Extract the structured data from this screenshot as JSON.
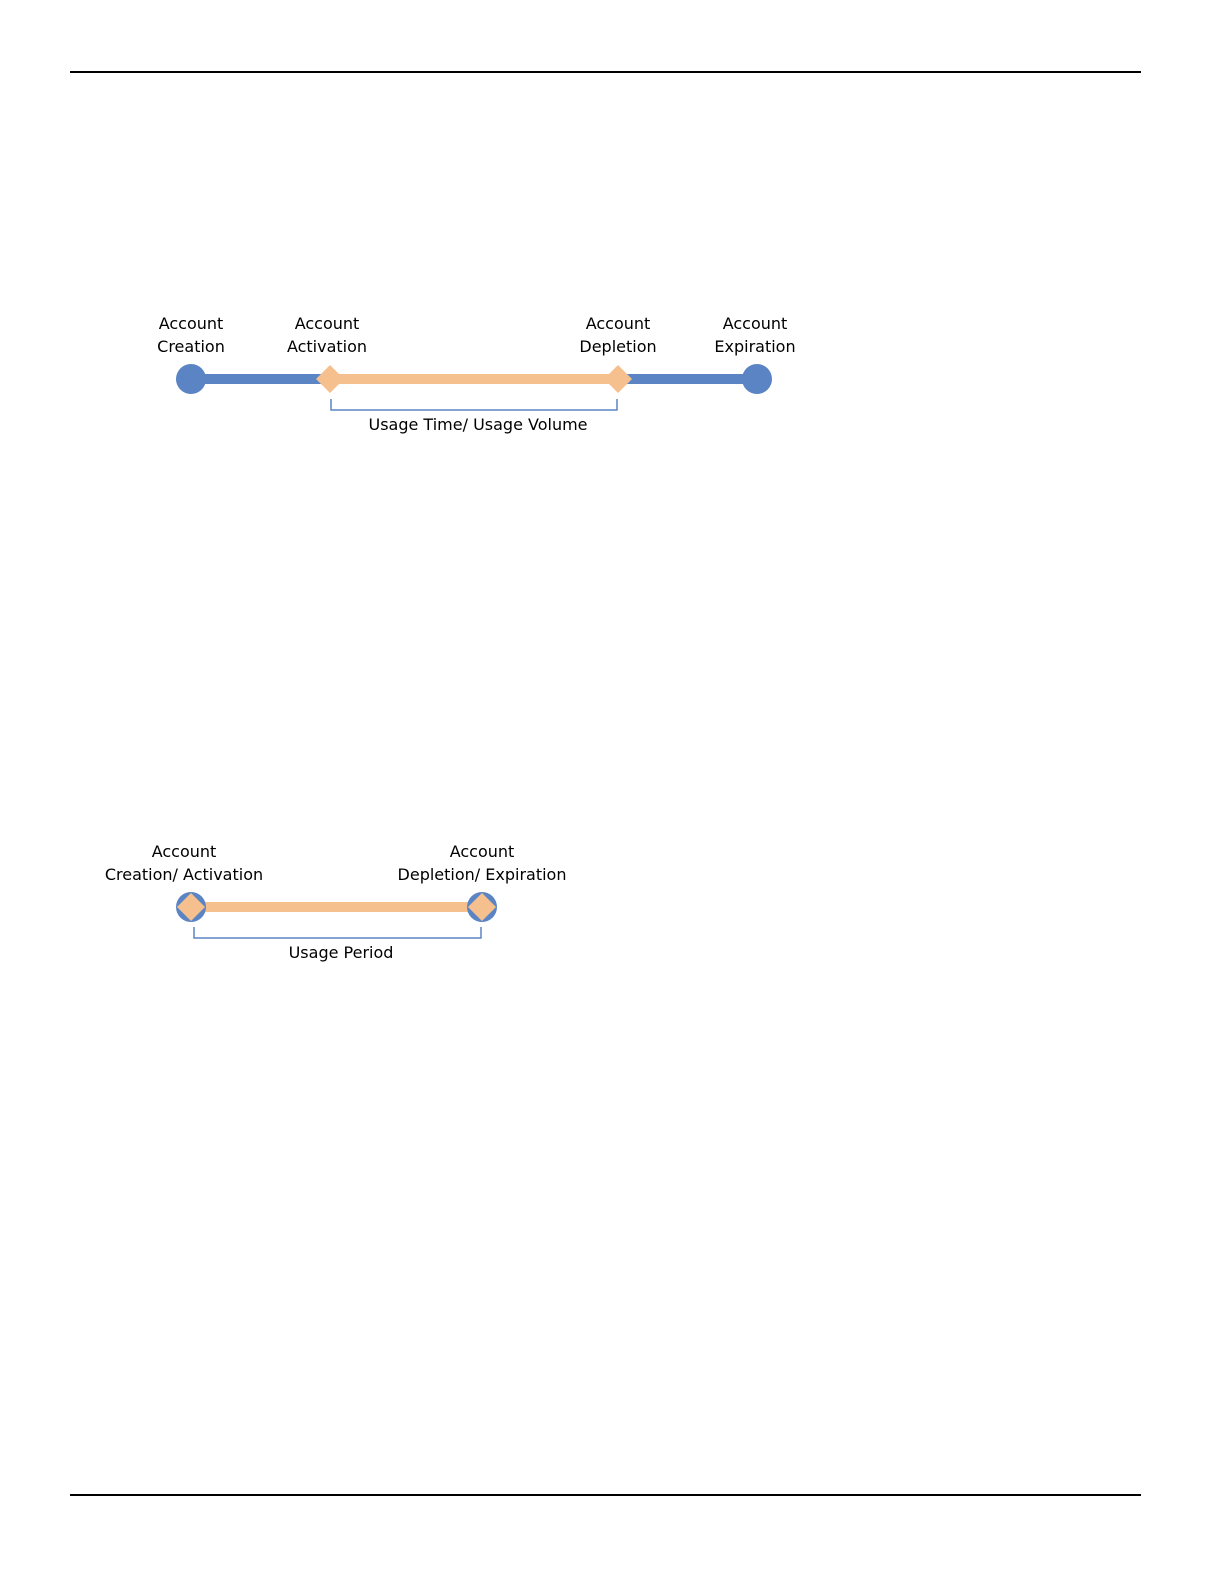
{
  "colors": {
    "state_line": "#5b84c4",
    "usage_line": "#f6c08e",
    "bracket": "#5b84c4",
    "rule": "#000000"
  },
  "diagram1": {
    "events": [
      {
        "line1": "Account",
        "line2": "Creation",
        "marker": "circle"
      },
      {
        "line1": "Account",
        "line2": "Activation",
        "marker": "diamond"
      },
      {
        "line1": "Account",
        "line2": "Depletion",
        "marker": "diamond"
      },
      {
        "line1": "Account",
        "line2": "Expiration",
        "marker": "circle"
      }
    ],
    "bracket_label": "Usage Time/ Usage Volume"
  },
  "diagram2": {
    "events": [
      {
        "line1": "Account",
        "line2": "Creation/ Activation",
        "marker": "circle+diamond"
      },
      {
        "line1": "Account",
        "line2": "Depletion/ Expiration",
        "marker": "circle+diamond"
      }
    ],
    "bracket_label": "Usage Period"
  }
}
